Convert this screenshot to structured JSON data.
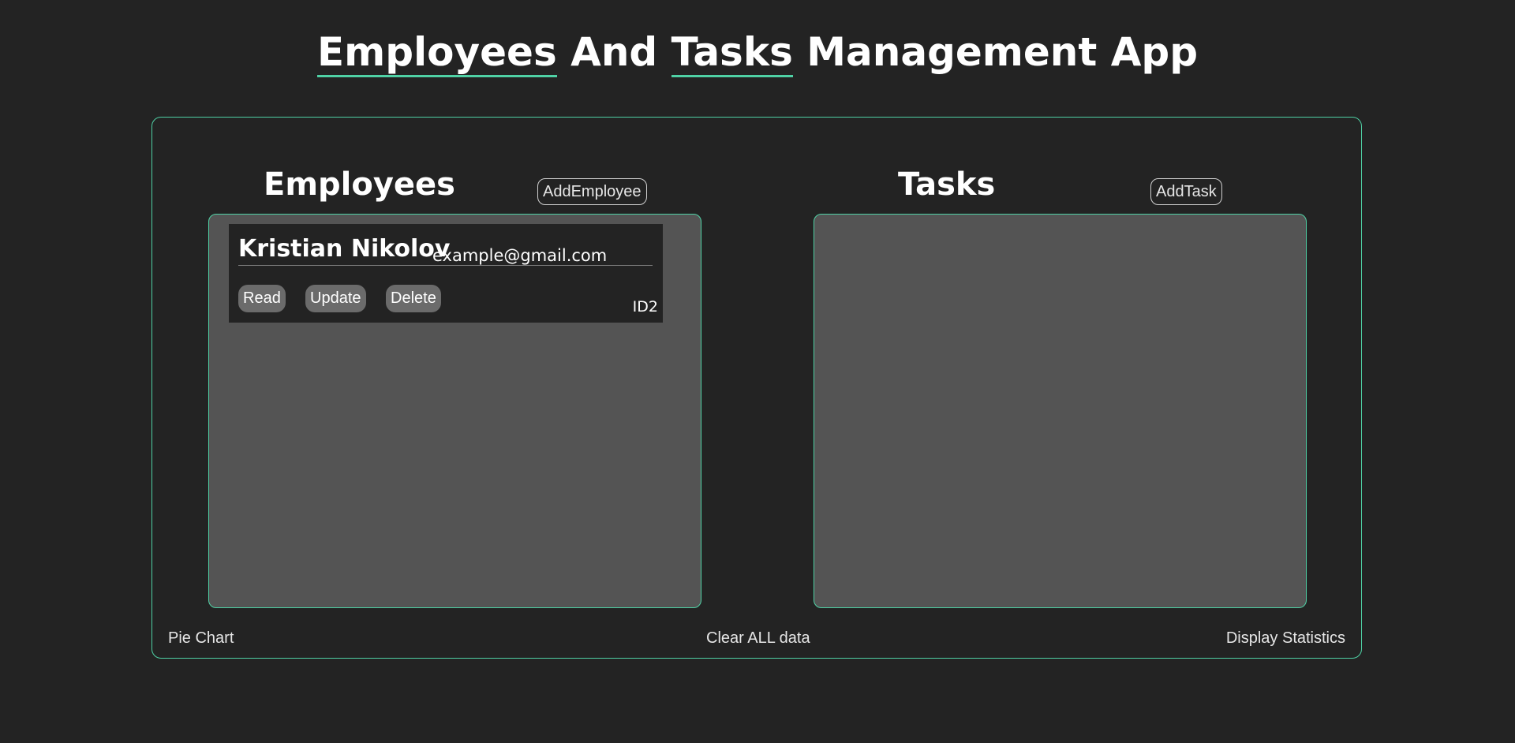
{
  "header": {
    "title_word1": "Employees",
    "title_word2": "And",
    "title_word3": "Tasks",
    "title_word4": "Management App"
  },
  "employees": {
    "title": "Employees",
    "add_label": "AddEmployee",
    "items": [
      {
        "name": "Kristian Nikolov",
        "email": "example@gmail.com",
        "read_label": "Read",
        "update_label": "Update",
        "delete_label": "Delete",
        "id": "ID2"
      }
    ]
  },
  "tasks": {
    "title": "Tasks",
    "add_label": "AddTask",
    "items": []
  },
  "footer": {
    "pie_chart_label": "Pie Chart",
    "clear_label": "Clear ALL data",
    "stats_label": "Display Statistics"
  },
  "colors": {
    "background": "#232323",
    "panel_fill": "#545454",
    "accent": "#4fd1a5",
    "button_fill": "#6b6b6b"
  }
}
